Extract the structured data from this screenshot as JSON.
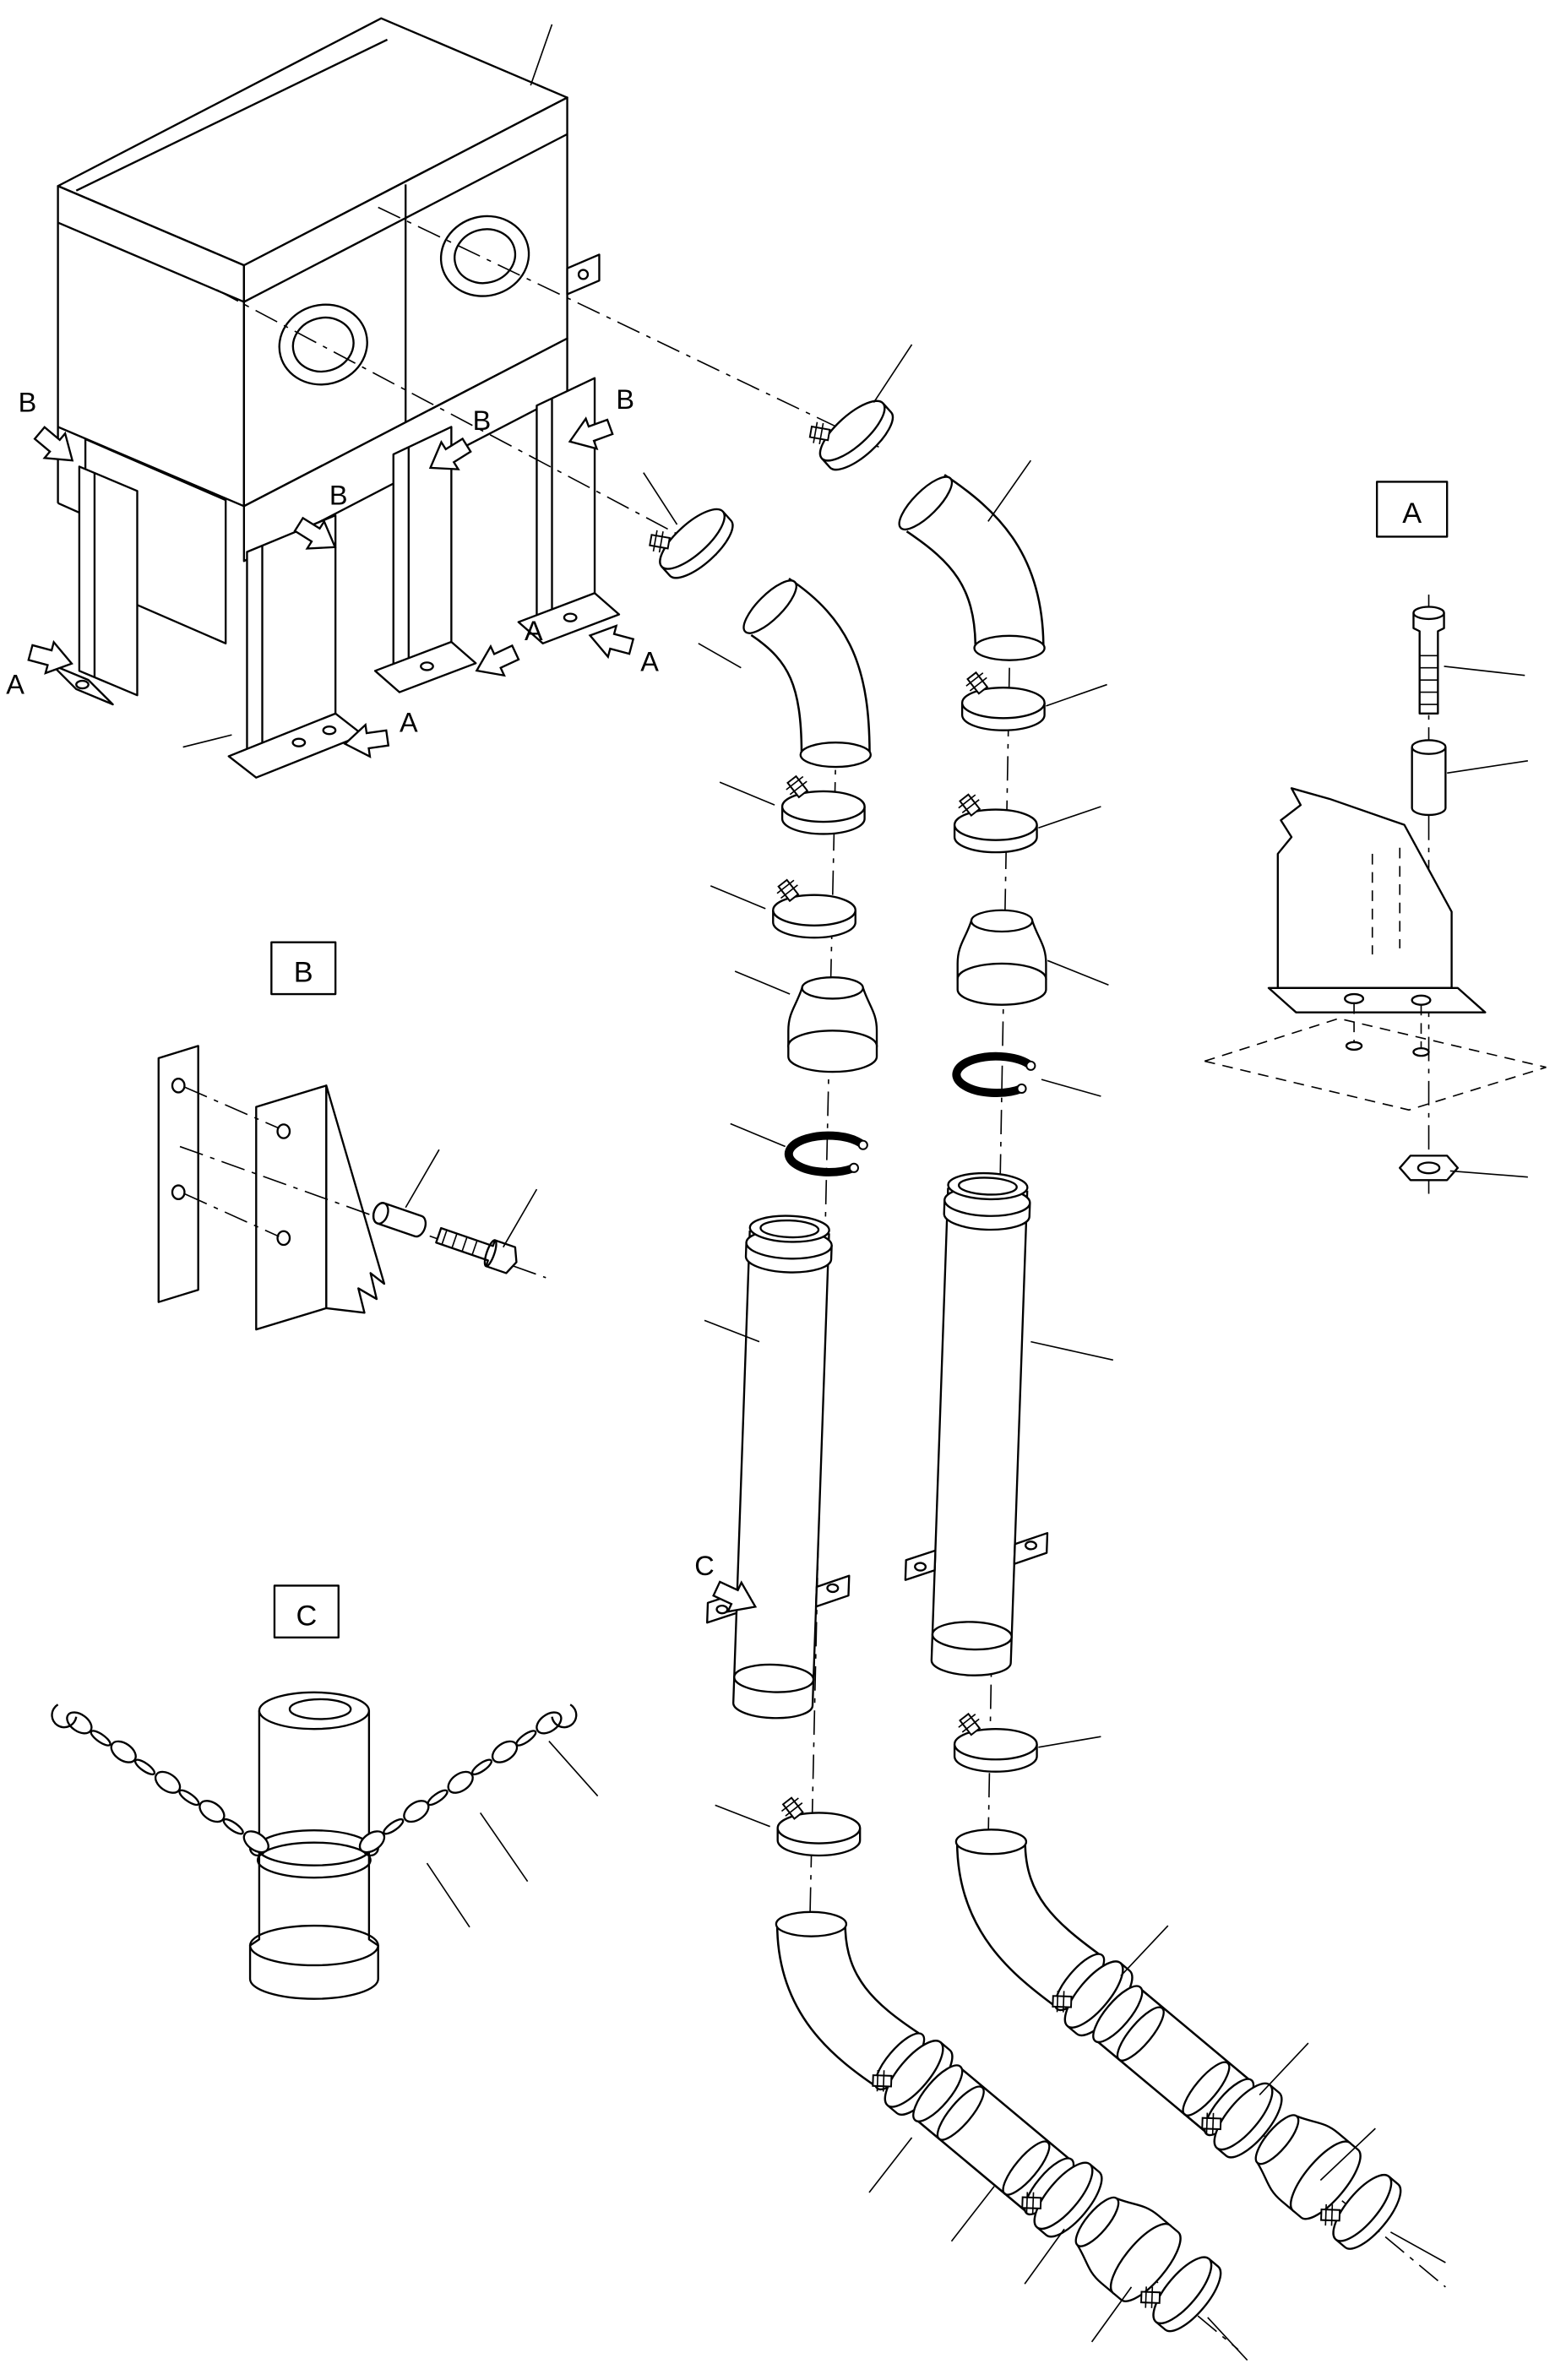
{
  "figure": {
    "type": "exploded-parts-diagram",
    "background": "#ffffff",
    "line_color": "#000000"
  },
  "detail_views": {
    "a": {
      "label": "A"
    },
    "b": {
      "label": "B"
    },
    "c": {
      "label": "C"
    }
  },
  "callouts": {
    "b1": "B",
    "b2": "B",
    "b3": "B",
    "b4": "B",
    "a1": "A",
    "a2": "A",
    "a3": "A",
    "a4": "A",
    "c1": "C"
  }
}
